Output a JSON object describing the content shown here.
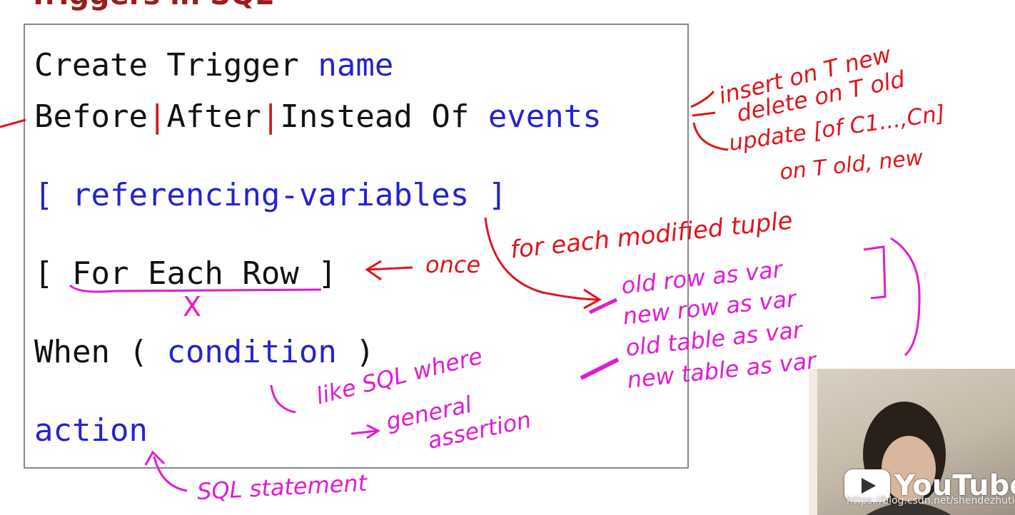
{
  "slide": {
    "title": "Triggers in SQL",
    "lines": {
      "create_trigger": "Create Trigger",
      "name": "name",
      "before": "Before",
      "after": "After",
      "instead_of": "Instead Of",
      "events": "events",
      "referencing": "[ referencing-variables ]",
      "for_each_row_open": "[",
      "for_each_row": "For Each Row",
      "for_each_row_close": "]",
      "when": "When (",
      "condition": "condition",
      "when_close": ")",
      "action": "action",
      "separator": "|"
    }
  },
  "annotations": {
    "red": {
      "insert": "insert on T new",
      "delete": "delete on T old",
      "update": "update [of C1...,Cn]",
      "update_on": "on T old, new",
      "once": "once",
      "for_each_modified": "for each modified tuple"
    },
    "magenta": {
      "old_row": "old row as var",
      "new_row": "new row as var",
      "old_table": "old table as var",
      "new_table": "new table as var",
      "like_sql_where": "like SQL where",
      "general": "general",
      "assertion": "assertion",
      "sql_statement": "SQL statement",
      "x_mark": "X"
    }
  },
  "video": {
    "logo_text": "YouTube",
    "watermark": "https://blog.csdn.net/shendezhuti"
  },
  "colors": {
    "keyword_blue": "#2323d6",
    "ink_red": "#e0141b",
    "ink_magenta": "#e21bd2",
    "separator_red": "#d01818"
  }
}
